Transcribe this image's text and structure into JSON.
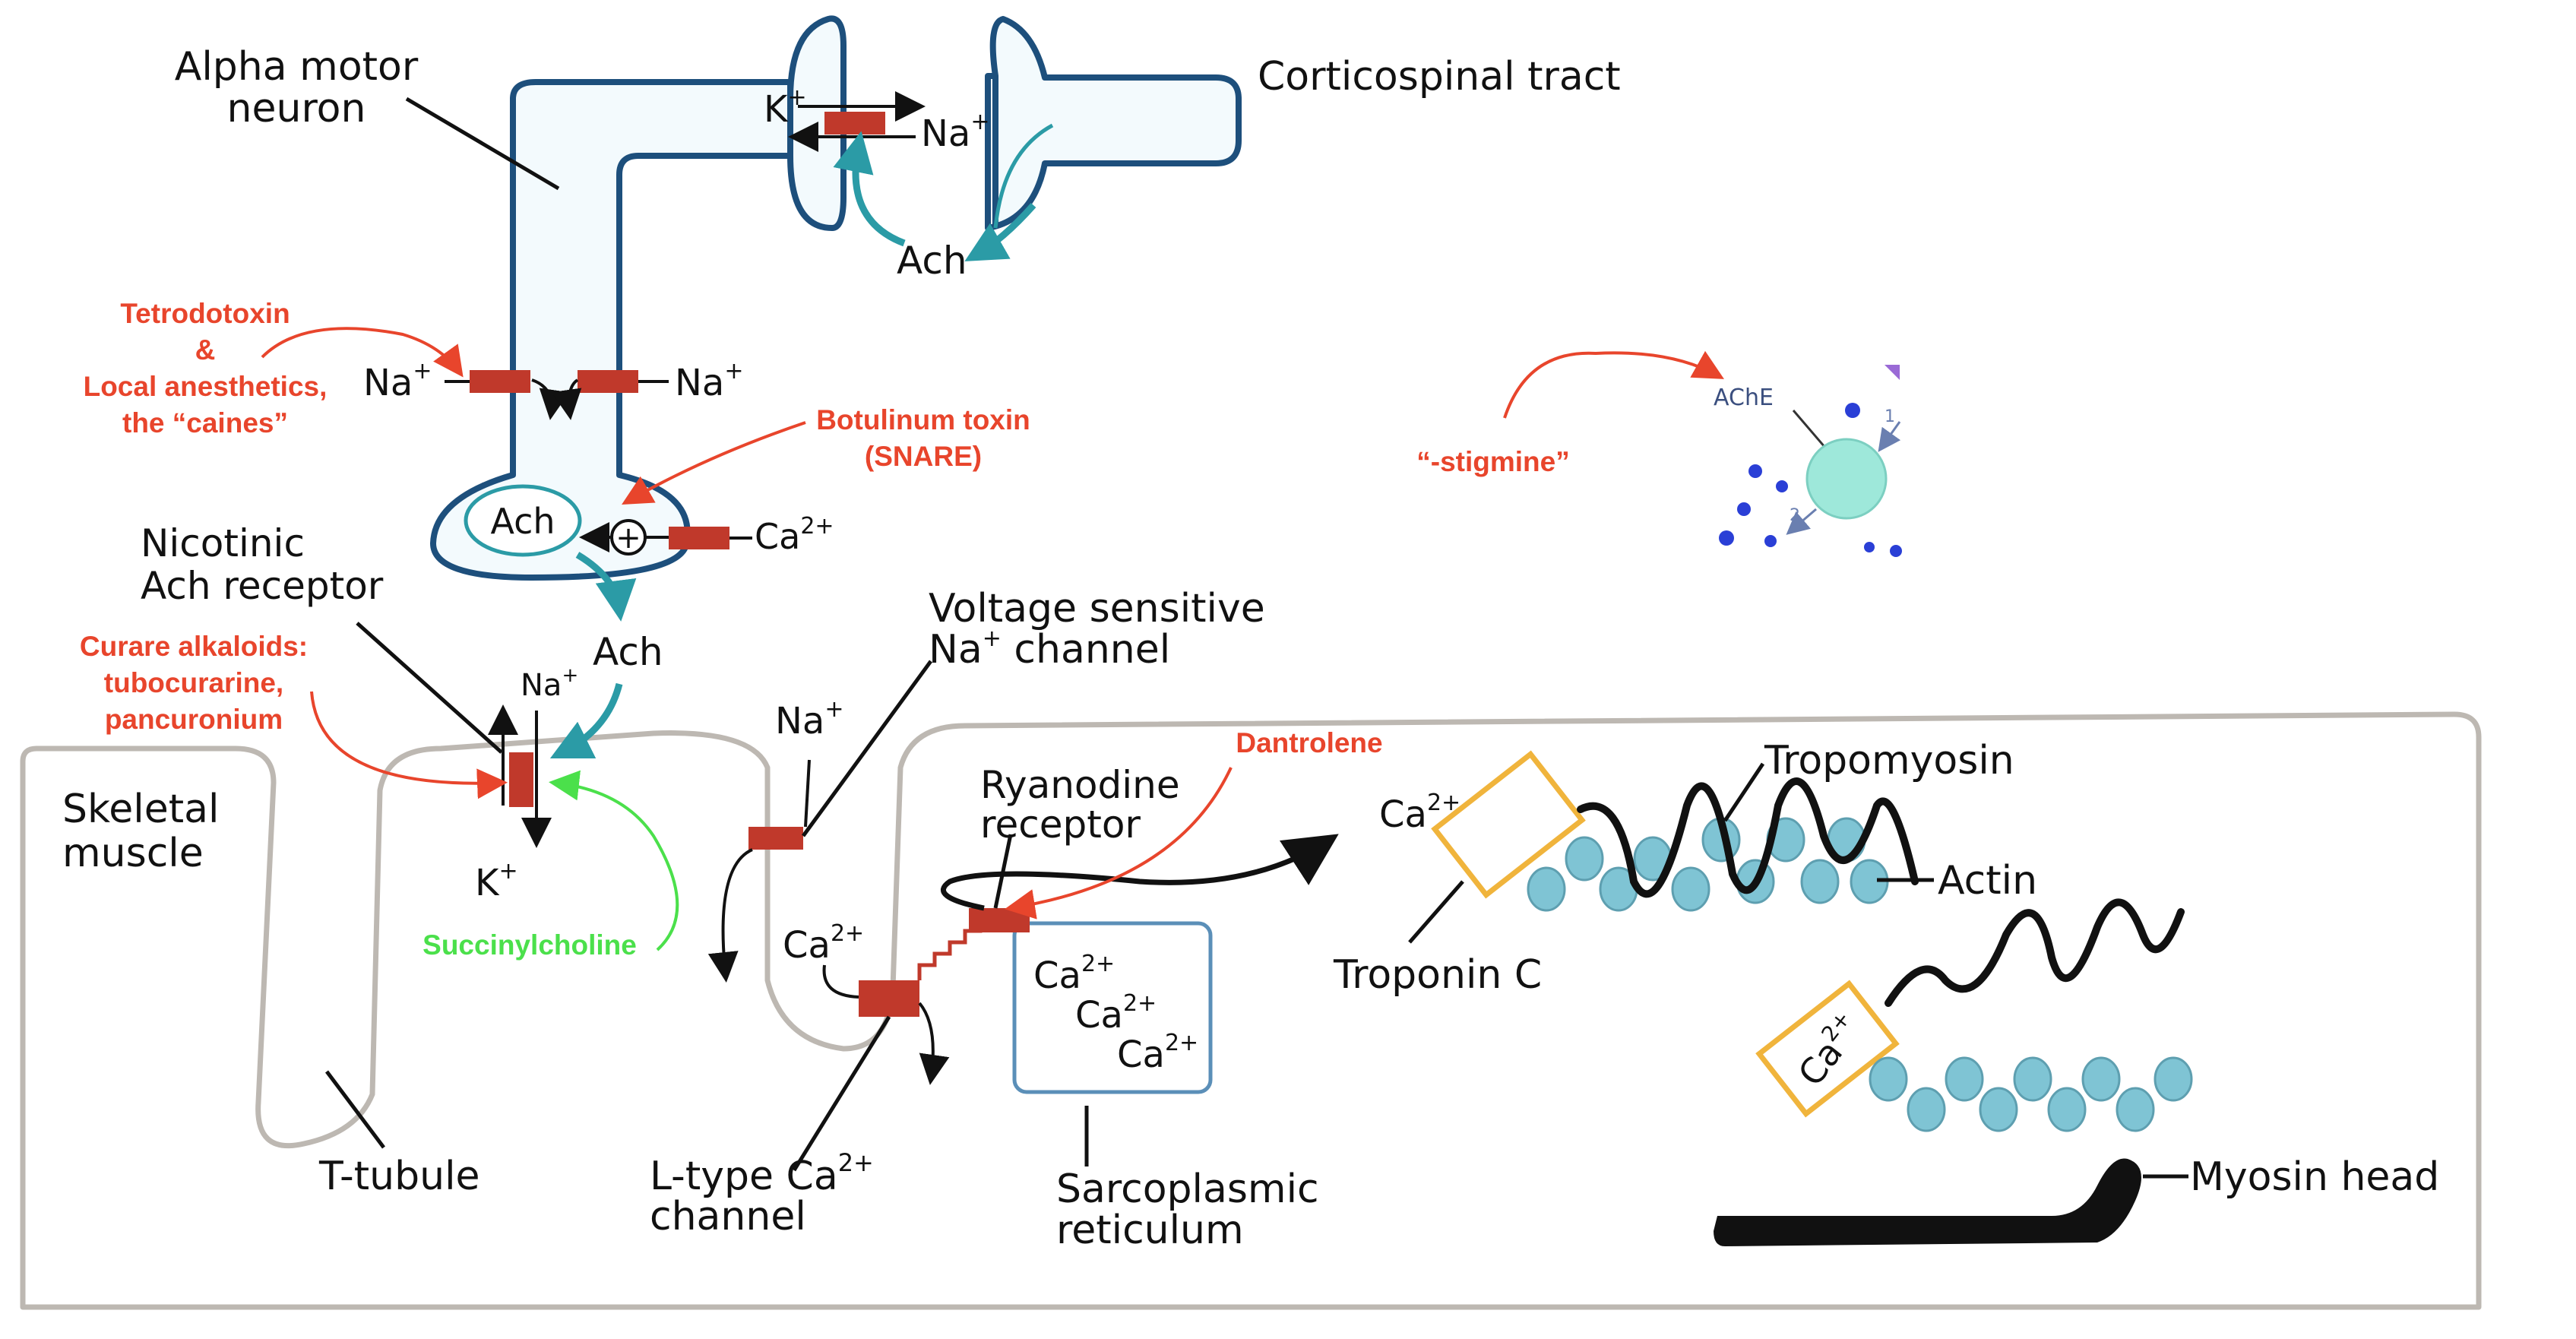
{
  "colors": {
    "neuron_outline": "#1d4f7c",
    "channel_fill": "#c0392b",
    "ach_arrow": "#2b9ba6",
    "annotation_red": "#e8452c",
    "annotation_green": "#4be04b",
    "troponin_outline": "#f0b43c",
    "actin_fill": "#7fc4d4",
    "sr_outline": "#5b8fb8",
    "muscle_outline": "#bdb8b2",
    "ache_fill": "#9ee8da",
    "molecule_blue": "#2a3fd6"
  },
  "labels": {
    "alpha_motor_neuron": [
      "Alpha motor",
      "neuron"
    ],
    "corticospinal_tract": "Corticospinal tract",
    "k_plus_top": "K",
    "na_plus_top": "Na",
    "ach_top": "Ach",
    "na_left": "Na",
    "na_right": "Na",
    "ach_vesicle": "Ach",
    "plus_sign": "+",
    "ca_terminal": "Ca",
    "ach_released": "Ach",
    "nicotinic_receptor": [
      "Nicotinic",
      "Ach receptor"
    ],
    "na_nicotinic": "Na",
    "k_nicotinic": "K",
    "skeletal_muscle": [
      "Skeletal",
      "muscle"
    ],
    "voltage_sensitive": [
      "Voltage sensitive",
      "Na",
      " channel"
    ],
    "na_vsc": "Na",
    "ca_ltype": "Ca",
    "ryanodine": [
      "Ryanodine",
      "receptor"
    ],
    "ca_sr": [
      "Ca",
      "Ca",
      "Ca"
    ],
    "ca_released": "Ca",
    "tropomyosin": "Tropomyosin",
    "actin": "Actin",
    "troponin_c": "Troponin C",
    "ca_bound": "Ca",
    "myosin_head": "Myosin head",
    "t_tubule": "T-tubule",
    "l_type": [
      "L-type Ca",
      " channel"
    ],
    "sarcoplasmic": [
      "Sarcoplasmic",
      "reticulum"
    ],
    "ache": "AChE",
    "ache_step1": "1",
    "ache_step2": "2",
    "sup_plus": "+",
    "sup_2plus": "2+"
  },
  "annotations": {
    "tetrodotoxin": [
      "Tetrodotoxin",
      "&",
      "Local anesthetics,",
      "the “caines”"
    ],
    "botulinum": [
      "Botulinum toxin",
      "(SNARE)"
    ],
    "curare": [
      "Curare alkaloids:",
      "tubocurarine,",
      "pancuronium"
    ],
    "succinylcholine": "Succinylcholine",
    "dantrolene": "Dantrolene",
    "stigmine": "“-stigmine”"
  }
}
